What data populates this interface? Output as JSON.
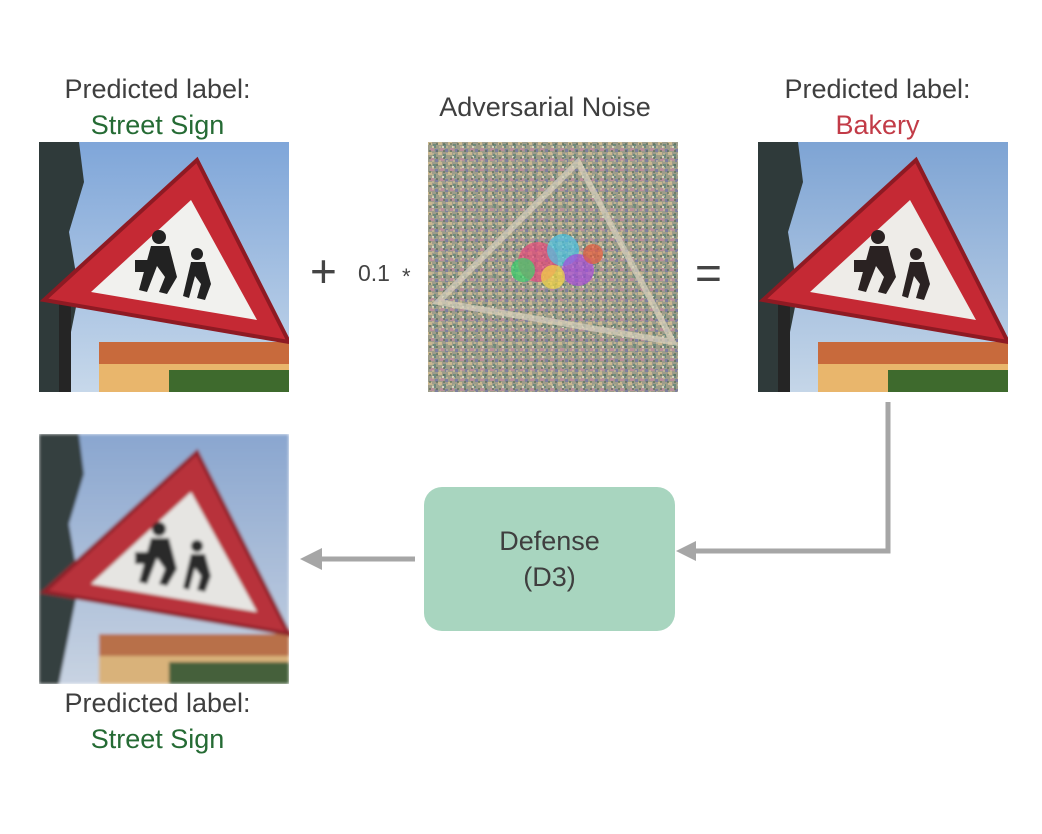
{
  "colors": {
    "label_correct": "#256b34",
    "label_wrong": "#c23b47",
    "defense_box": "#a8d5bf",
    "arrow": "#a6a6a6",
    "text": "#3f3f3f"
  },
  "original": {
    "heading": "Predicted label:",
    "label": "Street Sign"
  },
  "operator": {
    "plus": "+",
    "scale": "0.1",
    "times": "*",
    "equals": "="
  },
  "noise": {
    "heading": "Adversarial Noise"
  },
  "adversarial": {
    "heading": "Predicted label:",
    "label": "Bakery"
  },
  "defense": {
    "line1": "Defense",
    "line2": "(D3)"
  },
  "defended": {
    "heading": "Predicted label:",
    "label": "Street Sign"
  },
  "icons": [
    "street-sign-photo",
    "noise-pattern",
    "arrow-left",
    "arrow-elbow"
  ]
}
